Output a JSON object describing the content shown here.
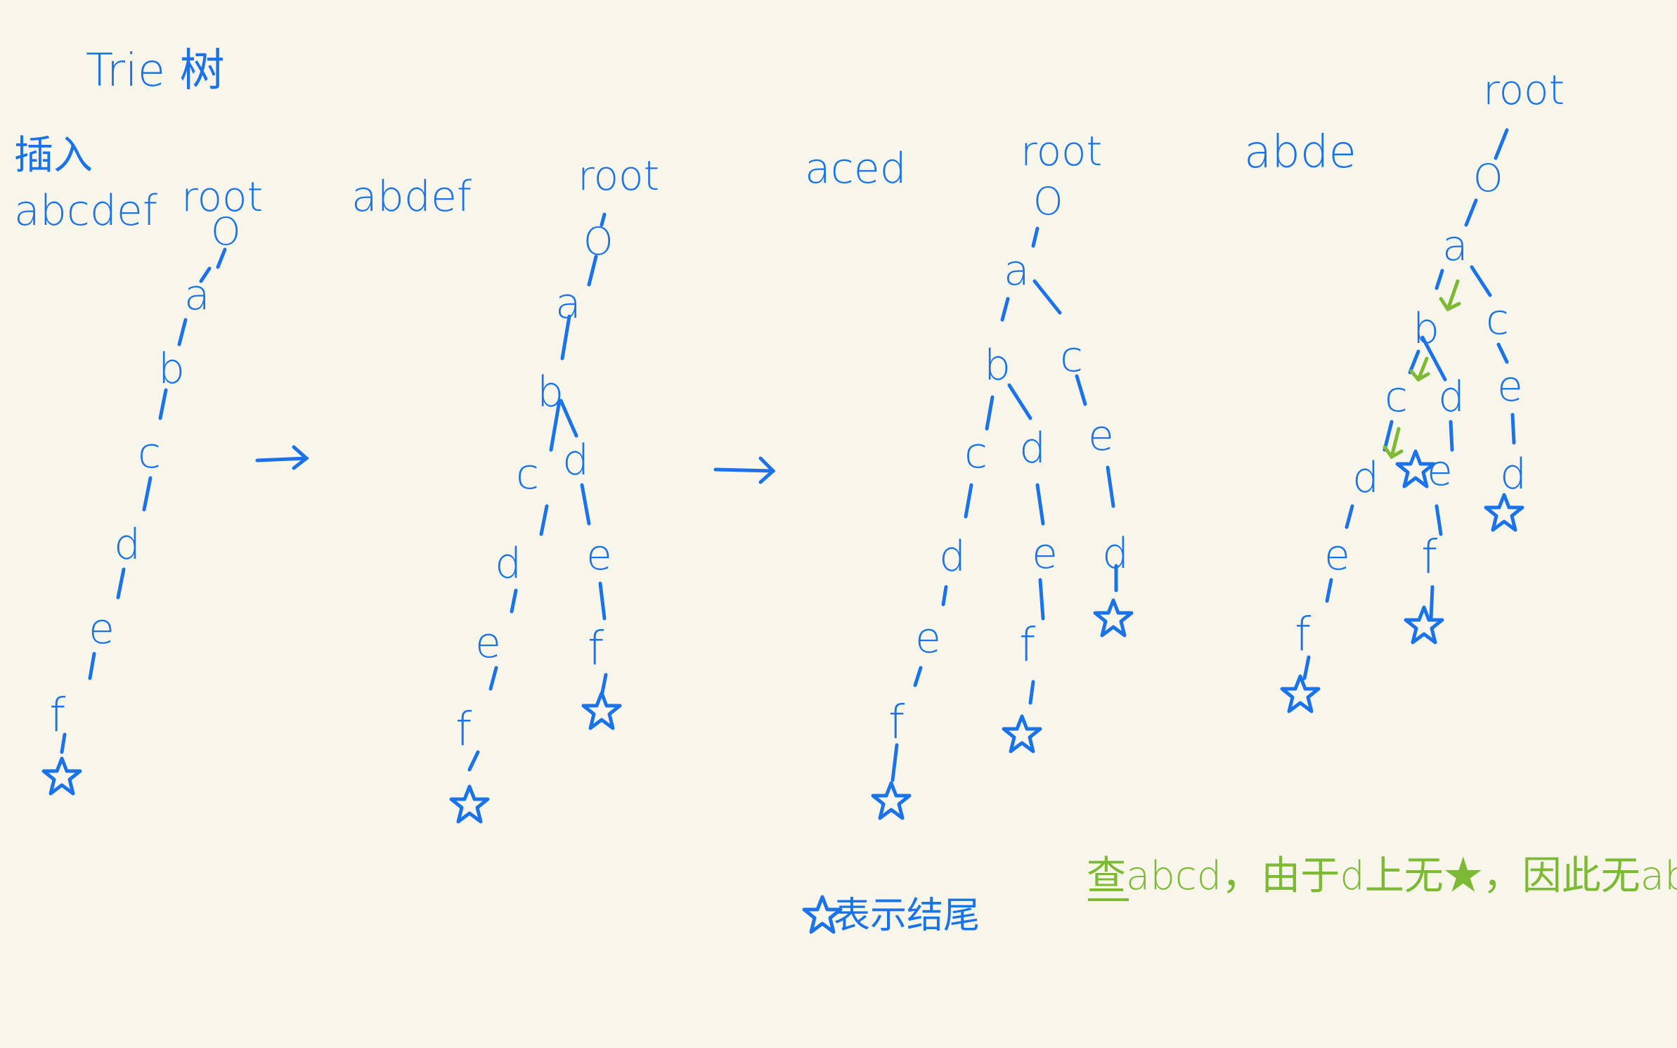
{
  "title": "Trie 树",
  "colors": {
    "ink": "#1a73e8",
    "note": "#7cba34",
    "background": "#f8f6ea"
  },
  "labels": {
    "insert_label": "插入",
    "word1": "abcdef",
    "word2": "abdef",
    "word3": "aced",
    "word4": "abde",
    "root": "root",
    "legend": "表示结尾",
    "note": "查abcd，由于d上无★，因此无abcd"
  },
  "trees": [
    {
      "id": "tree1",
      "root_letter": "O",
      "nodes": [
        "a",
        "b",
        "c",
        "d",
        "e",
        "f"
      ]
    },
    {
      "id": "tree2",
      "root_letter": "O",
      "nodes": [
        "a",
        "b",
        "c",
        "d",
        "e",
        "f",
        "d",
        "e",
        "f"
      ]
    },
    {
      "id": "tree3",
      "root_letter": "O",
      "nodes": [
        "a",
        "b",
        "c",
        "c",
        "d",
        "e",
        "d",
        "e",
        "f",
        "e",
        "f",
        "d"
      ]
    },
    {
      "id": "tree4",
      "root_letter": "O",
      "nodes": [
        "a",
        "b",
        "c",
        "c",
        "d",
        "e",
        "d",
        "e",
        "f",
        "e",
        "f",
        "d"
      ]
    }
  ]
}
